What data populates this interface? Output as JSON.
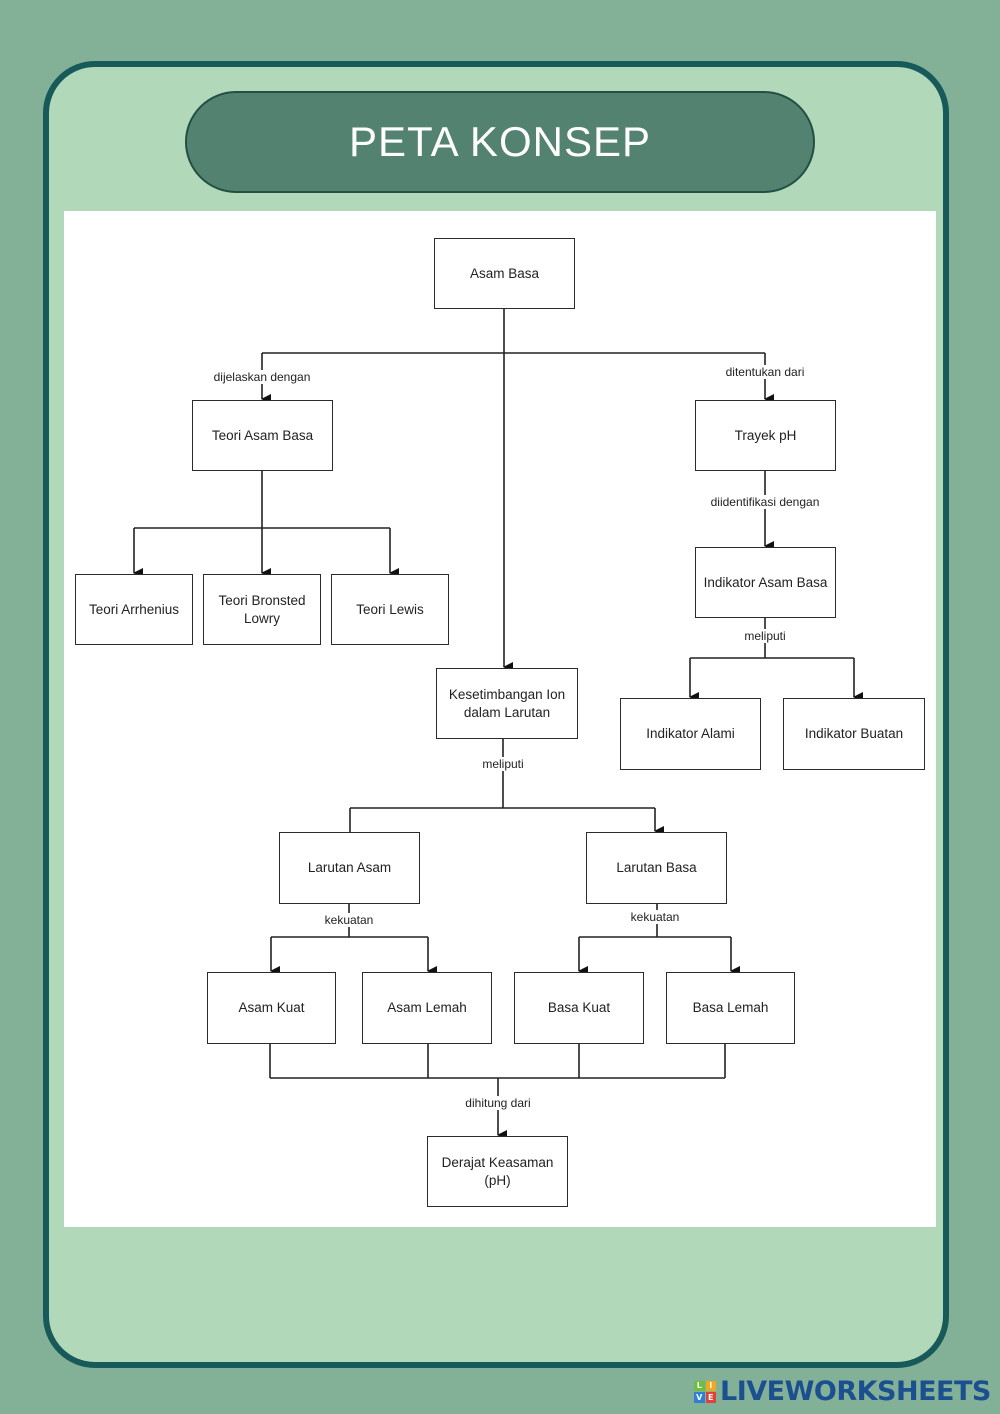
{
  "page": {
    "title": "PETA KONSEP",
    "colors": {
      "background": "#82b198",
      "card": "#b1d9b9",
      "card_border": "#175a59",
      "title_pill": "#538270",
      "brand": "#1c4f8f"
    }
  },
  "diagram": {
    "nodes": {
      "asam_basa": "Asam Basa",
      "teori_asam_basa": "Teori Asam Basa",
      "trayek_ph": "Trayek pH",
      "teori_arrhenius": "Teori Arrhenius",
      "teori_bronsted": "Teori Bronsted Lowry",
      "teori_lewis": "Teori Lewis",
      "indikator_asam_basa": "Indikator Asam Basa",
      "indikator_alami": "Indikator Alami",
      "indikator_buatan": "Indikator Buatan",
      "kesetimbangan": "Kesetimbangan Ion dalam Larutan",
      "larutan_asam": "Larutan Asam",
      "larutan_basa": "Larutan Basa",
      "asam_kuat": "Asam Kuat",
      "asam_lemah": "Asam Lemah",
      "basa_kuat": "Basa Kuat",
      "basa_lemah": "Basa Lemah",
      "derajat_keasaman": "Derajat Keasaman (pH)"
    },
    "edge_labels": {
      "dijelaskan": "dijelaskan dengan",
      "ditentukan": "ditentukan dari",
      "diidentifikasi": "diidentifikasi dengan",
      "meliputi_indikator": "meliputi",
      "meliputi_kesetimbangan": "meliputi",
      "kekuatan_asam": "kekuatan",
      "kekuatan_basa": "kekuatan",
      "dihitung": "dihitung dari"
    }
  },
  "footer": {
    "brand": "LIVEWORKSHEETS",
    "logo_letters": [
      "L",
      "I",
      "V",
      "E"
    ],
    "logo_colors": [
      "#6cbf3f",
      "#f2a81d",
      "#2f7fd6",
      "#e0413a"
    ]
  }
}
